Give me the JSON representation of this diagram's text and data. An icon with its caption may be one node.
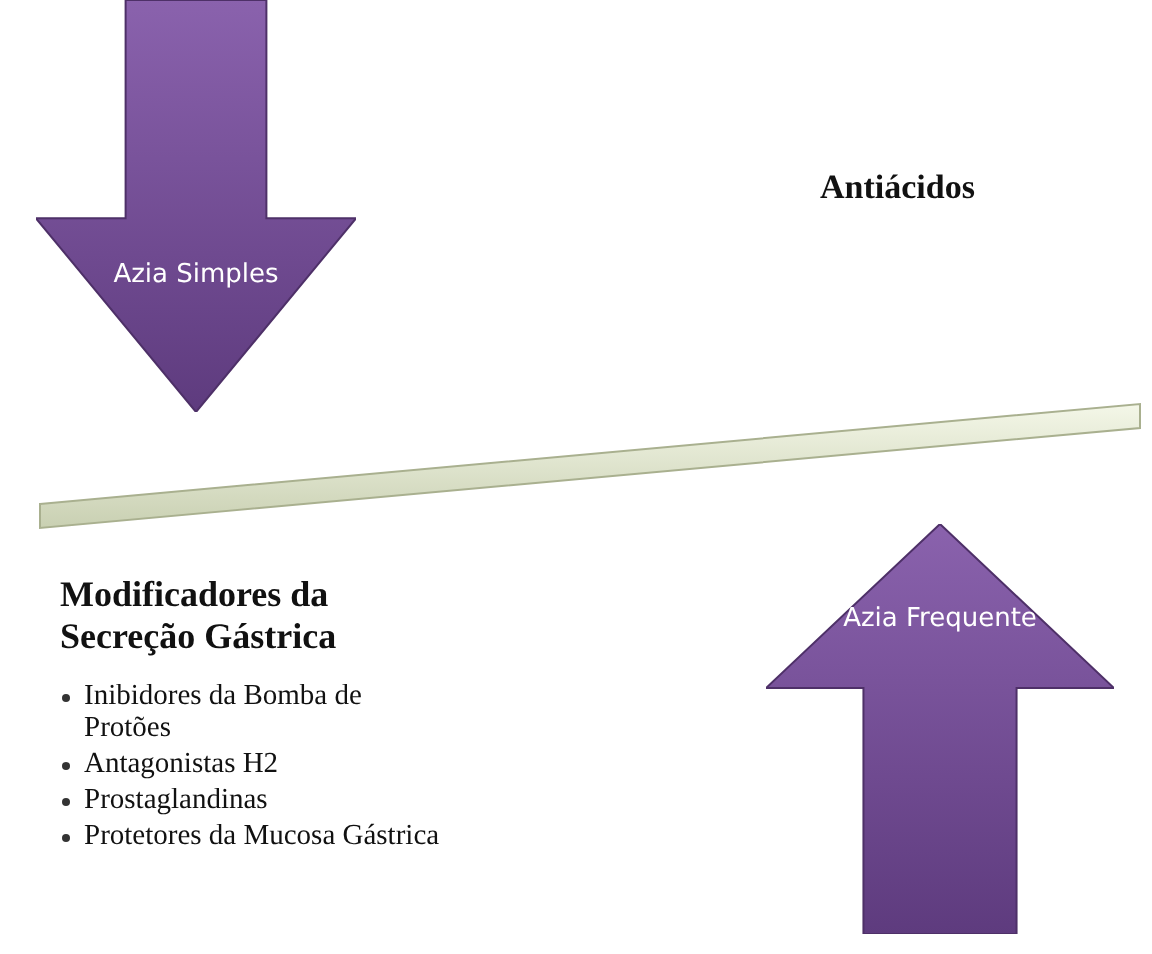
{
  "diagram": {
    "nodes": [
      {
        "text": [
          "Azia Simples"
        ]
      },
      {
        "text": [],
        "shape": "bar"
      },
      {
        "text": [
          "Azia Frequente"
        ]
      }
    ],
    "labels": [
      "Antiácidos",
      "Modificadores da Secreção Gástrica",
      "Inibidores da Bomba de Protões",
      "Antagonistas H2",
      "Prostaglandinas",
      "Protetores da Mucosa Gástrica"
    ]
  }
}
